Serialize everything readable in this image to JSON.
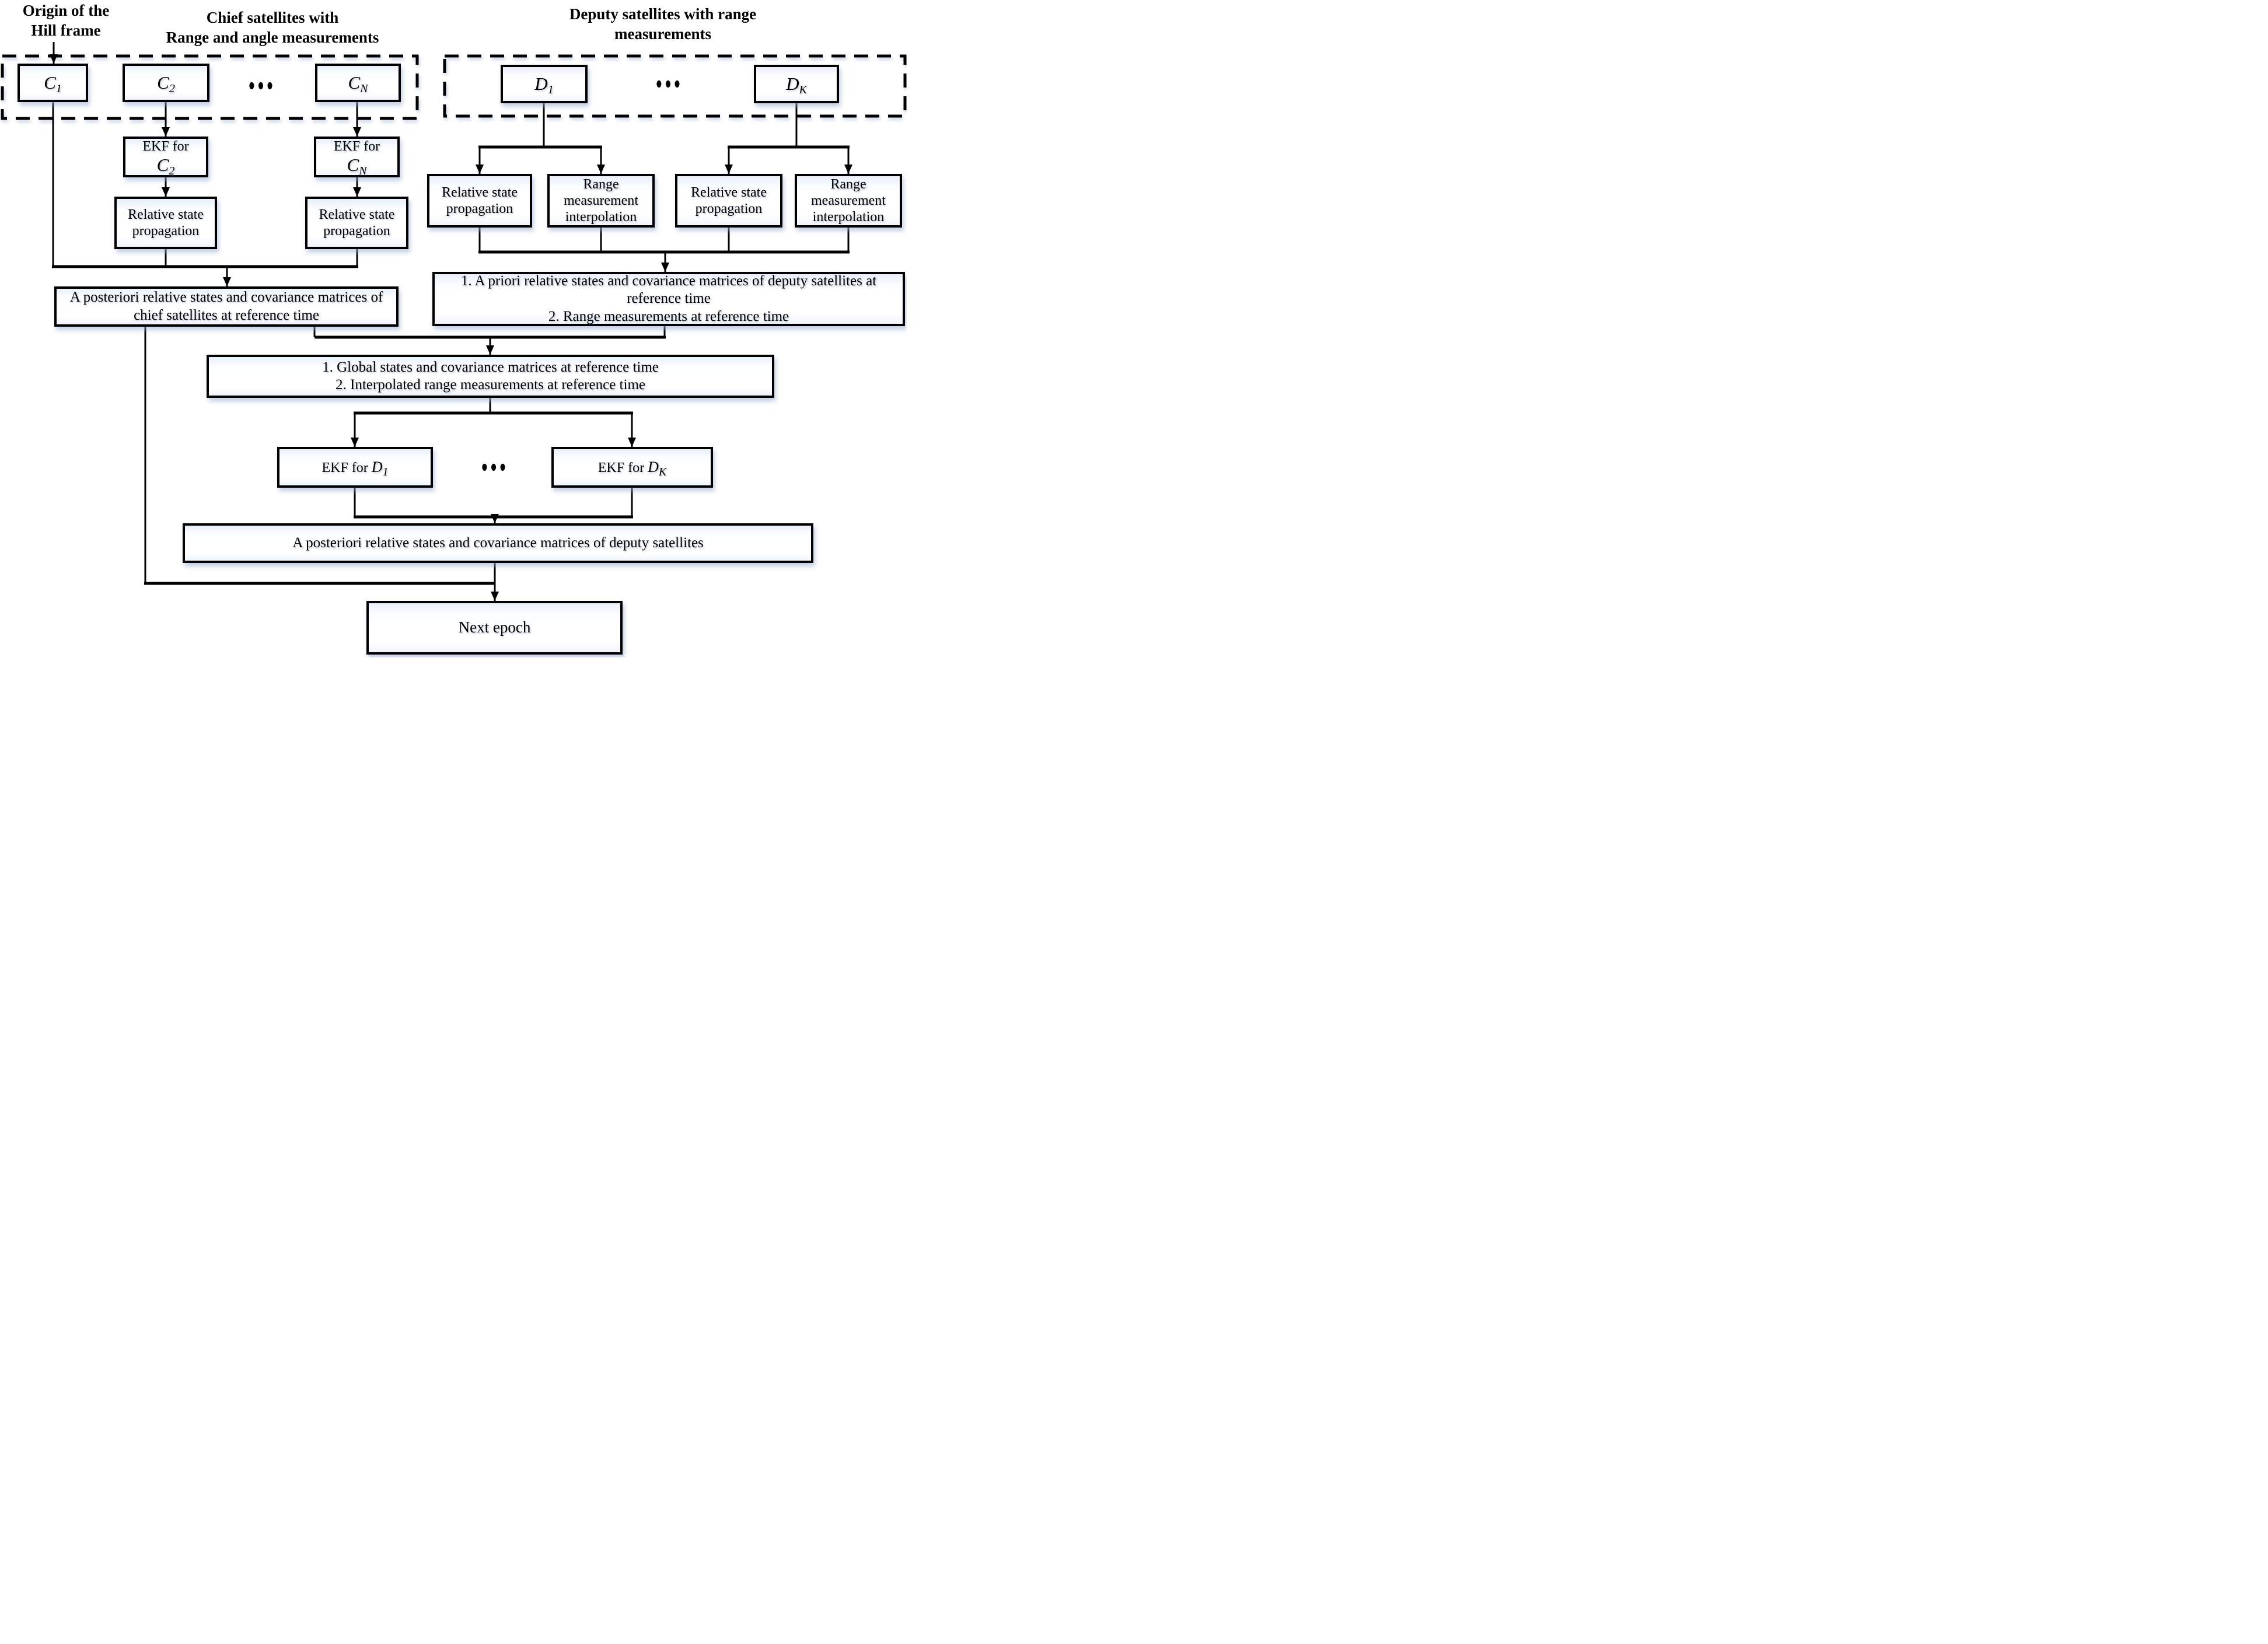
{
  "annotations": {
    "origin_label": "Origin of the\nHill frame",
    "chief_header": "Chief satellites with\nRange and angle measurements",
    "deputy_header": "Deputy satellites with range\nmeasurements",
    "ellipsis_chief": "●●●",
    "ellipsis_deputy": "●●●",
    "ellipsis_ekf": "●●●"
  },
  "satellites": {
    "c1": {
      "base": "C",
      "sub": "1"
    },
    "c2": {
      "base": "C",
      "sub": "2"
    },
    "cn": {
      "base": "C",
      "sub": "N"
    },
    "d1": {
      "base": "D",
      "sub": "1"
    },
    "dk": {
      "base": "D",
      "sub": "K"
    }
  },
  "boxes": {
    "ekf_c2": {
      "prefix": "EKF for",
      "base": "C",
      "sub": "2"
    },
    "ekf_cn": {
      "prefix": "EKF for",
      "base": "C",
      "sub": "N"
    },
    "relative_state_propagation": "Relative state propagation",
    "range_measurement_interpolation": "Range measurement interpolation",
    "chief_posteriori": "A posteriori relative states and covariance matrices of chief satellites at reference time",
    "deputy_priori_line1": "1. A priori relative states and covariance matrices of deputy satellites at reference time",
    "deputy_priori_line2": "2. Range measurements at reference time",
    "global_line1": "1. Global states and covariance matrices at reference time",
    "global_line2": "2. Interpolated range measurements at reference time",
    "ekf_d1": {
      "prefix": "EKF for",
      "base": "D",
      "sub": "1"
    },
    "ekf_dk": {
      "prefix": "EKF for",
      "base": "D",
      "sub": "K"
    },
    "deputy_posteriori": "A posteriori relative states and covariance matrices of deputy satellites",
    "next_epoch": "Next epoch"
  },
  "colors": {
    "line": "#000000",
    "text": "#000000",
    "box_fill_top": "#e8effa",
    "background": "#ffffff"
  }
}
